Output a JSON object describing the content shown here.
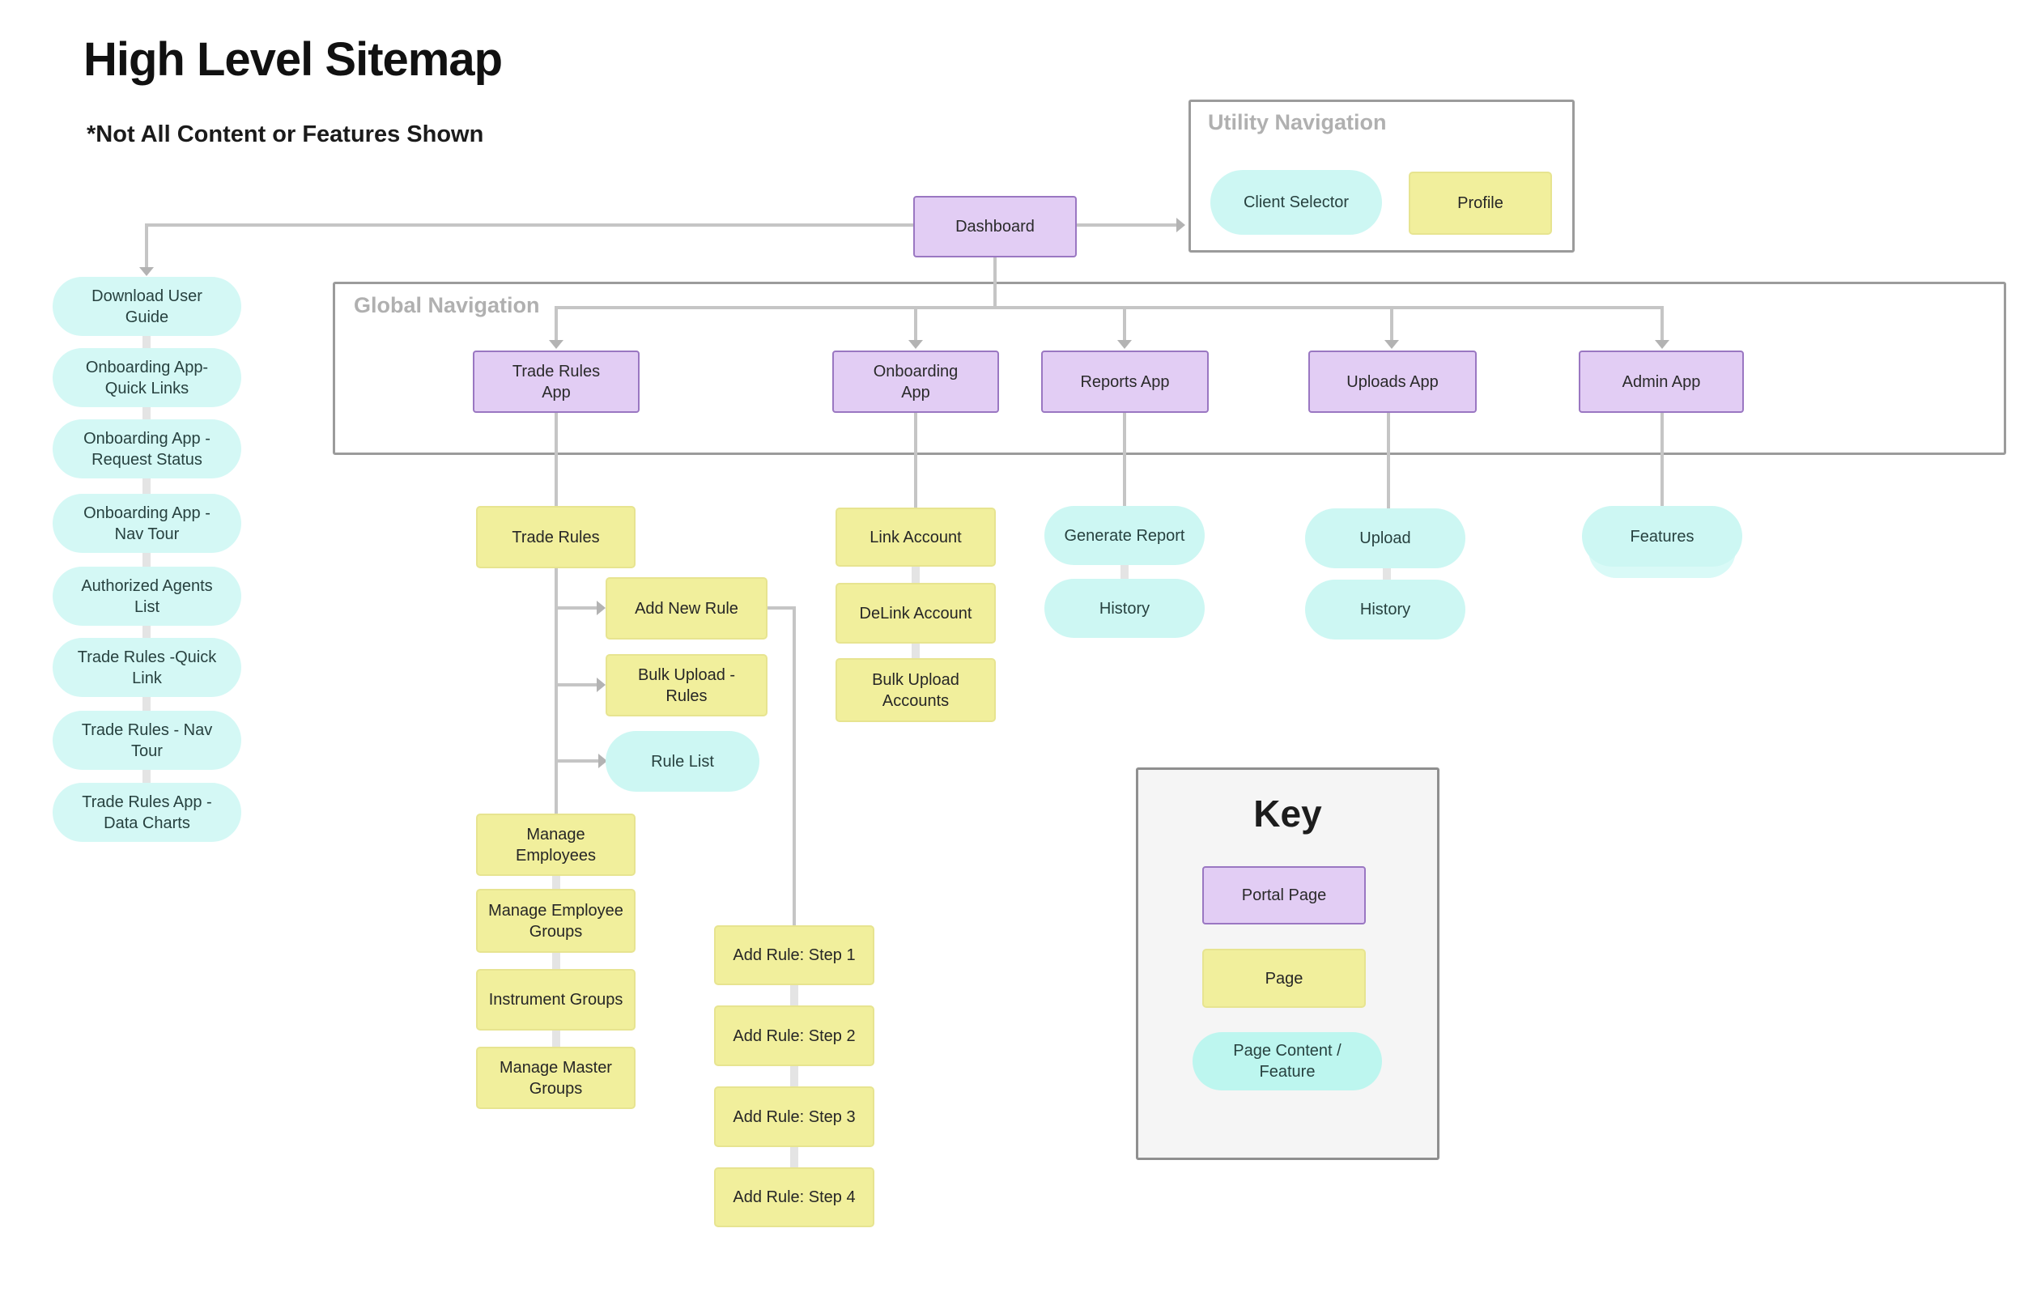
{
  "page": {
    "title": "High Level Sitemap",
    "subtitle": "*Not All Content or Features Shown"
  },
  "dashboard": {
    "label": "Dashboard"
  },
  "utility_nav": {
    "title": "Utility Navigation",
    "items": {
      "client_selector": "Client Selector",
      "profile": "Profile"
    }
  },
  "global_nav": {
    "title": "Global Navigation",
    "apps": [
      "Trade Rules\nApp",
      "Onboarding\nApp",
      "Reports App",
      "Uploads App",
      "Admin App"
    ]
  },
  "quick_links": [
    "Download User\nGuide",
    "Onboarding App-\nQuick Links",
    "Onboarding App -\nRequest Status",
    "Onboarding App -\nNav Tour",
    "Authorized Agents\nList",
    "Trade Rules -Quick\nLink",
    "Trade Rules - Nav\nTour",
    "Trade Rules App -\nData Charts"
  ],
  "trade_rules": {
    "root": "Trade Rules",
    "actions": [
      "Add New Rule",
      "Bulk Upload -\nRules",
      "Rule List"
    ],
    "manage": [
      "Manage\nEmployees",
      "Manage Employee\nGroups",
      "Instrument Groups",
      "Manage Master\nGroups"
    ],
    "steps": [
      "Add Rule: Step 1",
      "Add Rule: Step 2",
      "Add Rule: Step 3",
      "Add Rule: Step 4"
    ]
  },
  "onboarding": {
    "pages": [
      "Link Account",
      "DeLink Account",
      "Bulk Upload\nAccounts"
    ]
  },
  "reports": {
    "features": [
      "Generate Report",
      "History"
    ]
  },
  "uploads": {
    "features": [
      "Upload",
      "History"
    ]
  },
  "admin": {
    "features": [
      "Features"
    ]
  },
  "key": {
    "title": "Key",
    "portal_page": "Portal Page",
    "page": "Page",
    "feature": "Page Content /\nFeature"
  },
  "colors": {
    "portal_fill": "#e2cdf4",
    "portal_border": "#9a77c2",
    "page_fill": "#f1ef9c",
    "feature_fill": "#cdf7f3",
    "connector": "#c5c5c5",
    "container_border": "#9b9b9b"
  }
}
